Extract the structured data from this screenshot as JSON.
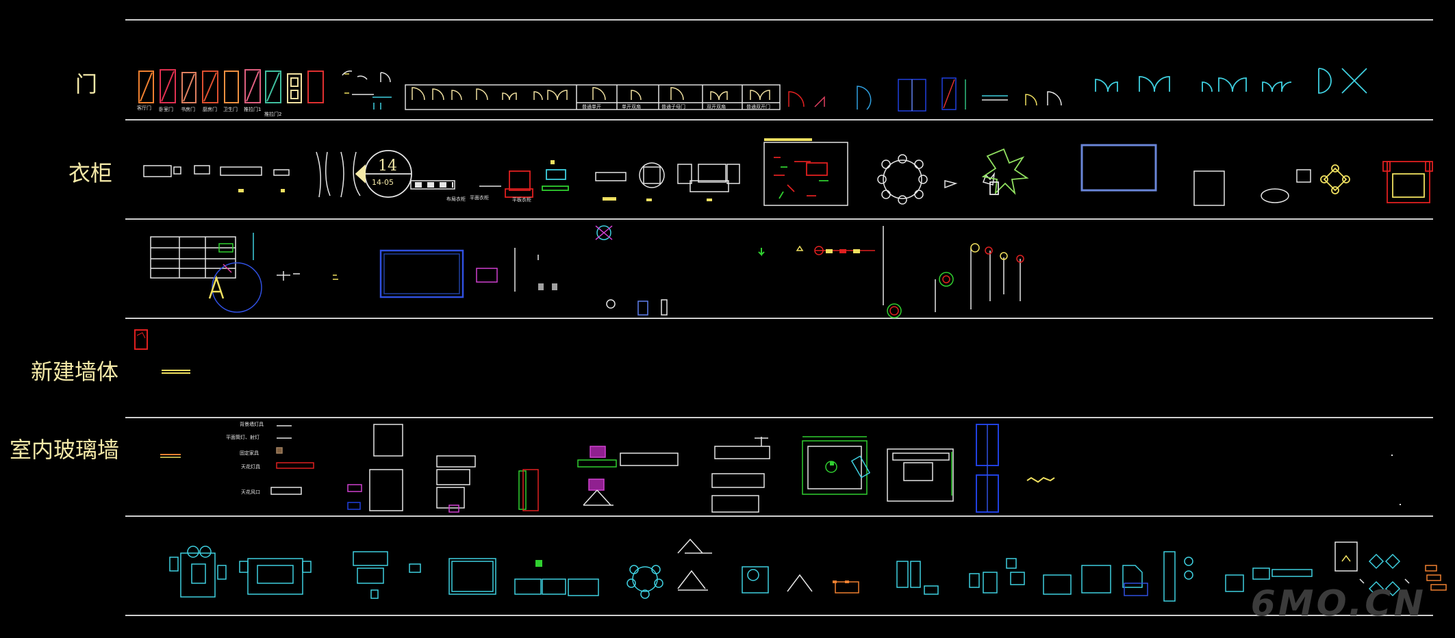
{
  "rows": {
    "door": "门",
    "wardrobe": "衣柜",
    "new_wall": "新建墙体",
    "glass_wall": "室内玻璃墙"
  },
  "door_row": {
    "door_types": [
      "客厅门",
      "卧室门",
      "书房门",
      "厨房门",
      "卫生门",
      "推拉门1",
      "推拉门2"
    ],
    "swing_table": [
      "普通单开",
      "单开双扇",
      "普通子母门",
      "双开双扇",
      "普通双开门"
    ]
  },
  "wardrobe_row": {
    "index_number": "14",
    "index_sub": "14-05",
    "cabinet_captions": [
      "布局衣柜",
      "平面衣柜",
      "平板衣柜"
    ]
  },
  "glass_row": {
    "legend": [
      "背景墙灯具",
      "平面筒灯、射灯",
      "固定家具",
      "天花灯具",
      "天花风口"
    ]
  },
  "watermark": "6MO.CN",
  "colors": {
    "background": "#000000",
    "row_label": "#f4e9a8",
    "divider": "#cfcfcf",
    "cad_cyan": "#3fd0e0",
    "cad_yellow": "#f0e060",
    "cad_red": "#e02020",
    "cad_blue": "#3050e0",
    "cad_magenta": "#d040d0",
    "cad_green": "#30d030"
  }
}
